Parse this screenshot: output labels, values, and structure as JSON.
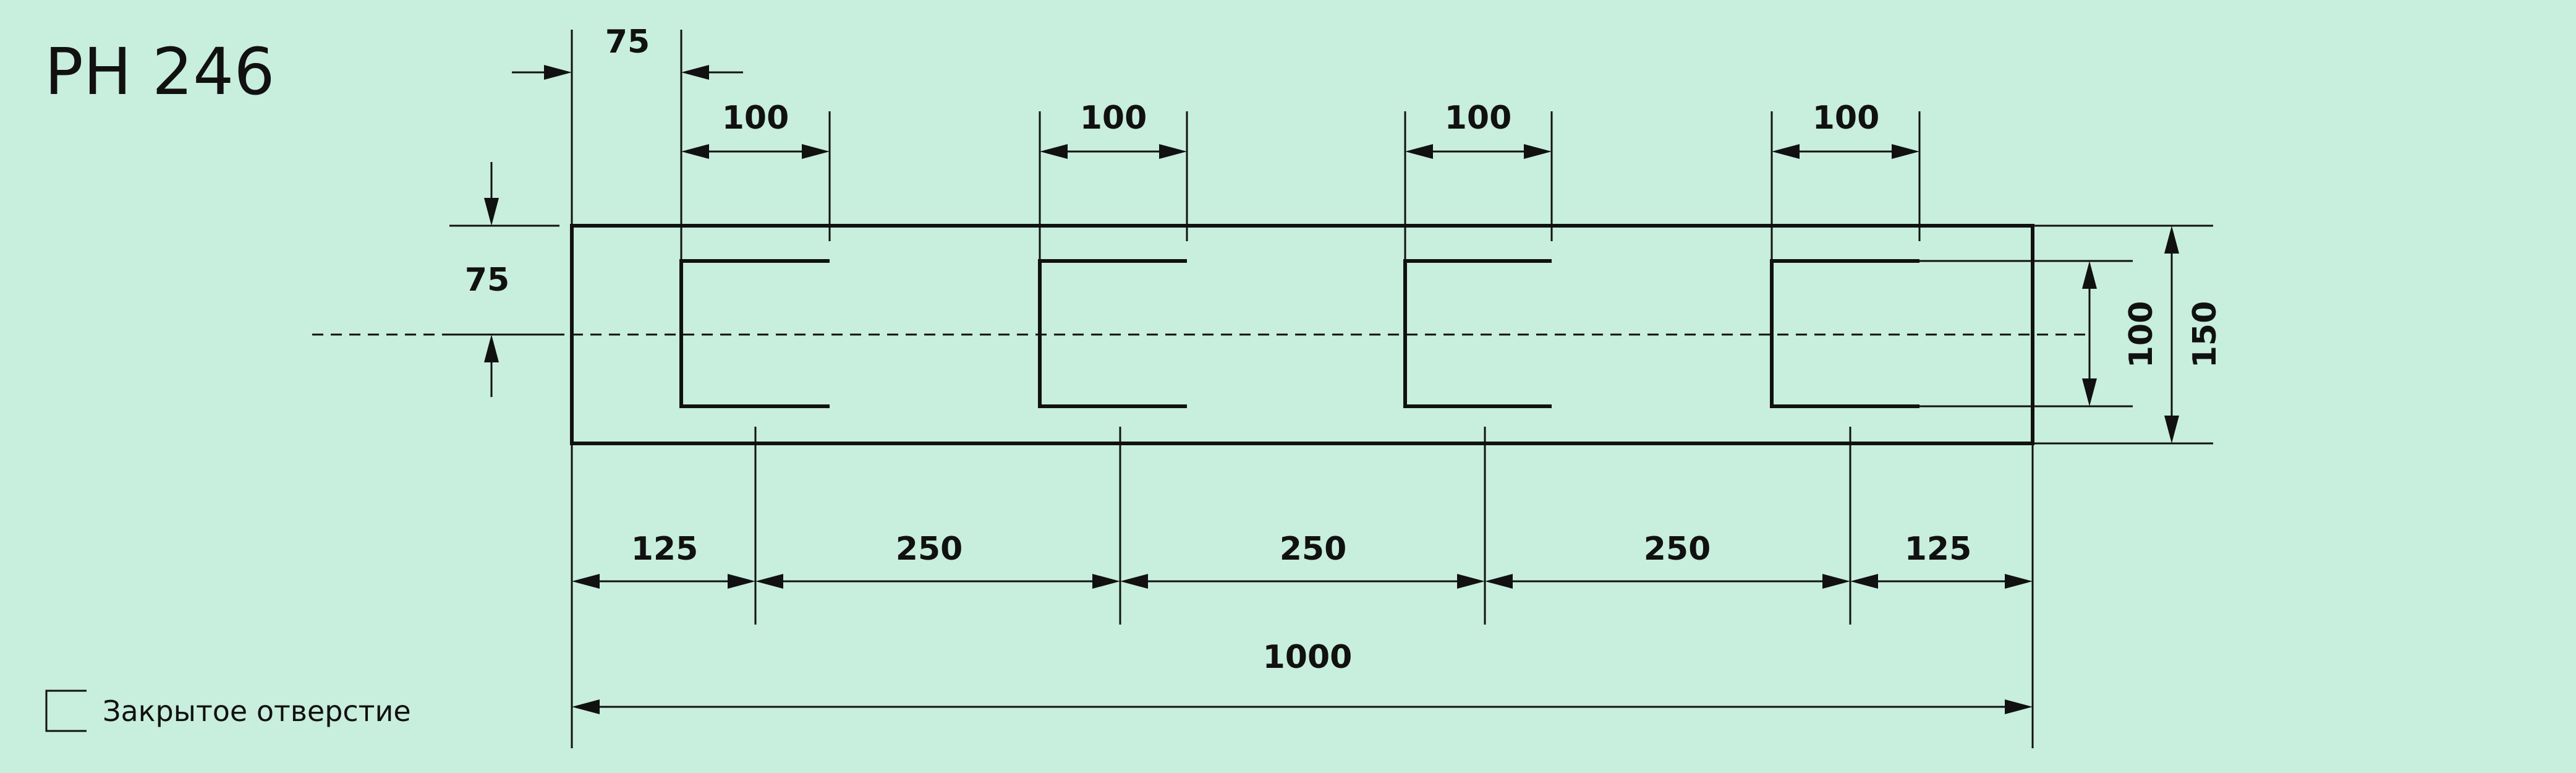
{
  "title": "PH 246",
  "legend": {
    "label": "Закрытое отверстие"
  },
  "dimensions": {
    "top_offset": "75",
    "left_offset": "75",
    "slot_widths": [
      "100",
      "100",
      "100",
      "100"
    ],
    "slot_height": "100",
    "panel_height": "150",
    "spacings": [
      "125",
      "250",
      "250",
      "250",
      "125"
    ],
    "total_length": "1000"
  },
  "colors": {
    "background": "#c8eedd",
    "line": "#111111"
  }
}
